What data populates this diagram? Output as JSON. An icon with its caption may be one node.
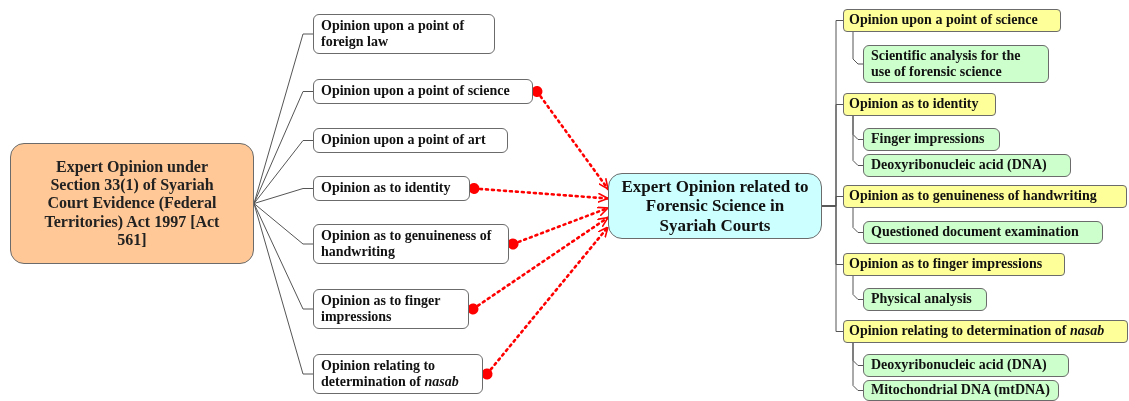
{
  "diagram": {
    "nodes": [
      {
        "text": [
          "Expert Opinion under Section 33(1) of Syariah Court Evidence (Federal Territories) Act 1997 [Act 561]"
        ]
      },
      {
        "text": [
          "Opinion upon a point of foreign law"
        ]
      },
      {
        "text": [
          "Opinion upon a point of science"
        ]
      },
      {
        "text": [
          "Opinion upon a point of art"
        ]
      },
      {
        "text": [
          "Opinion as to identity"
        ]
      },
      {
        "text": [
          "Opinion as to genuineness of handwriting"
        ]
      },
      {
        "text": [
          "Opinion as to finger impressions"
        ]
      },
      {
        "text": [
          "Opinion relating to determination of *nasab*"
        ]
      },
      {
        "text": [
          "Expert Opinion related to Forensic Science in Syariah Courts"
        ]
      },
      {
        "text": [
          "Opinion upon a point of science"
        ]
      },
      {
        "text": [
          "Scientific analysis for the use of forensic science"
        ]
      },
      {
        "text": [
          "Opinion as to identity"
        ]
      },
      {
        "text": [
          "Finger impressions"
        ]
      },
      {
        "text": [
          "Deoxyribonucleic acid (DNA)"
        ]
      },
      {
        "text": [
          "Opinion as to genuineness of handwriting"
        ]
      },
      {
        "text": [
          "Questioned document examination"
        ]
      },
      {
        "text": [
          "Opinion as to finger impressions"
        ]
      },
      {
        "text": [
          "Physical analysis"
        ]
      },
      {
        "text": [
          "Opinion relating to determination of *nasab*"
        ]
      },
      {
        "text": [
          "Deoxyribonucleic acid (DNA)"
        ]
      },
      {
        "text": [
          "Mitochondrial DNA (mtDNA)"
        ]
      }
    ],
    "edges": [
      {
        "from": 0,
        "to": 1,
        "arrow": "none"
      },
      {
        "from": 0,
        "to": 2,
        "arrow": "none"
      },
      {
        "from": 0,
        "to": 3,
        "arrow": "none"
      },
      {
        "from": 0,
        "to": 4,
        "arrow": "none"
      },
      {
        "from": 0,
        "to": 5,
        "arrow": "none"
      },
      {
        "from": 0,
        "to": 6,
        "arrow": "none"
      },
      {
        "from": 0,
        "to": 7,
        "arrow": "none"
      },
      {
        "from": 2,
        "to": 8,
        "arrow": "to",
        "style": "dashed",
        "color": "#ff0000"
      },
      {
        "from": 4,
        "to": 8,
        "arrow": "to",
        "style": "dashed",
        "color": "#ff0000"
      },
      {
        "from": 5,
        "to": 8,
        "arrow": "to",
        "style": "dashed",
        "color": "#ff0000"
      },
      {
        "from": 6,
        "to": 8,
        "arrow": "to",
        "style": "dashed",
        "color": "#ff0000"
      },
      {
        "from": 7,
        "to": 8,
        "arrow": "to",
        "style": "dashed",
        "color": "#ff0000"
      },
      {
        "from": 8,
        "to": 9,
        "arrow": "none"
      },
      {
        "from": 8,
        "to": 11,
        "arrow": "none"
      },
      {
        "from": 8,
        "to": 14,
        "arrow": "none"
      },
      {
        "from": 8,
        "to": 16,
        "arrow": "none"
      },
      {
        "from": 8,
        "to": 18,
        "arrow": "none"
      },
      {
        "from": 9,
        "to": 10,
        "arrow": "none"
      },
      {
        "from": 11,
        "to": 12,
        "arrow": "none"
      },
      {
        "from": 11,
        "to": 13,
        "arrow": "none"
      },
      {
        "from": 14,
        "to": 15,
        "arrow": "none"
      },
      {
        "from": 16,
        "to": 17,
        "arrow": "none"
      },
      {
        "from": 18,
        "to": 19,
        "arrow": "none"
      },
      {
        "from": 18,
        "to": 20,
        "arrow": "none"
      }
    ]
  }
}
